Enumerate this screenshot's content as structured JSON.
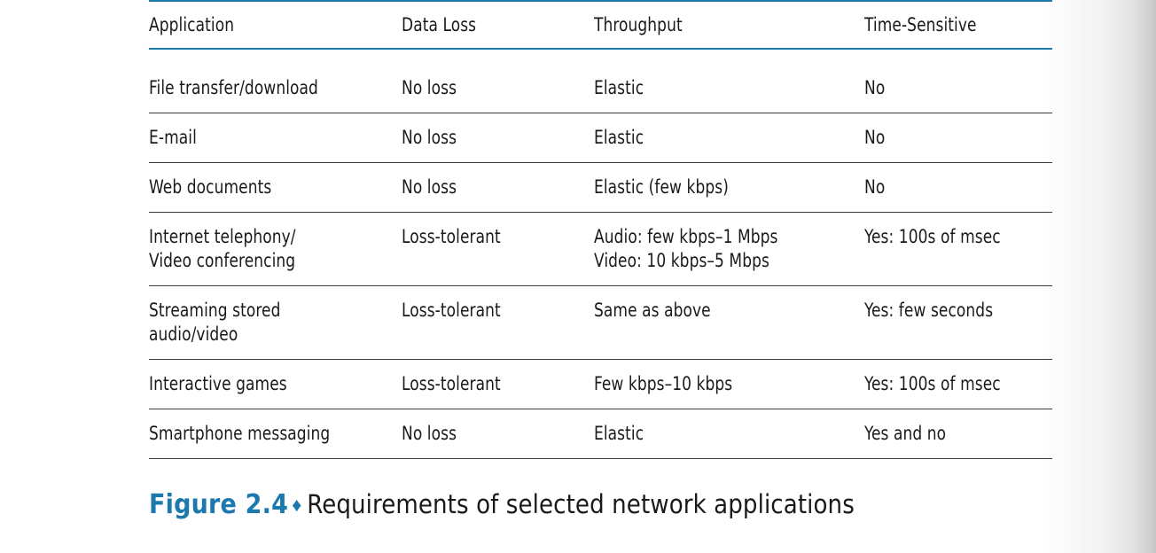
{
  "figure": {
    "number_label": "Figure 2.4",
    "diamond": "♦",
    "caption_text": "Requirements of selected network applications",
    "accent_color": "#1b79ae",
    "rule_color_header": "#1b79ae",
    "rule_color_body": "#3b3b3b",
    "text_color": "#1a1a1a"
  },
  "table": {
    "columns": [
      {
        "key": "application",
        "header": "Application"
      },
      {
        "key": "data_loss",
        "header": "Data Loss"
      },
      {
        "key": "throughput",
        "header": "Throughput"
      },
      {
        "key": "time_sensitive",
        "header": "Time-Sensitive"
      }
    ],
    "rows": [
      {
        "application": "File transfer/download",
        "data_loss": "No loss",
        "throughput": "Elastic",
        "time_sensitive": "No"
      },
      {
        "application": "E-mail",
        "data_loss": "No loss",
        "throughput": "Elastic",
        "time_sensitive": "No"
      },
      {
        "application": "Web documents",
        "data_loss": "No loss",
        "throughput": "Elastic (few kbps)",
        "time_sensitive": "No"
      },
      {
        "application": "Internet telephony/\nVideo conferencing",
        "data_loss": "Loss-tolerant",
        "throughput": "Audio: few kbps–1 Mbps\nVideo: 10 kbps–5 Mbps",
        "time_sensitive": "Yes: 100s of msec"
      },
      {
        "application": "Streaming stored\naudio/video",
        "data_loss": "Loss-tolerant",
        "throughput": "Same as above",
        "time_sensitive": "Yes: few seconds"
      },
      {
        "application": "Interactive games",
        "data_loss": "Loss-tolerant",
        "throughput": "Few kbps–10 kbps",
        "time_sensitive": "Yes: 100s of msec"
      },
      {
        "application": "Smartphone messaging",
        "data_loss": "No loss",
        "throughput": "Elastic",
        "time_sensitive": "Yes and no"
      }
    ]
  }
}
